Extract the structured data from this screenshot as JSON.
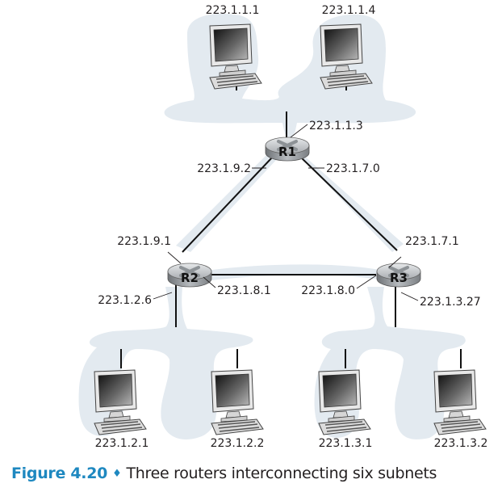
{
  "colors": {
    "subnet_fill": "#e3eaf0",
    "link": "#111111",
    "caption_accent": "#1e88c0",
    "text": "#231f20"
  },
  "routers": [
    {
      "id": "R1",
      "label": "R1"
    },
    {
      "id": "R2",
      "label": "R2"
    },
    {
      "id": "R3",
      "label": "R3"
    }
  ],
  "hosts": {
    "top_left": "223.1.1.1",
    "top_right": "223.1.1.4",
    "bl_1": "223.1.2.1",
    "bl_2": "223.1.2.2",
    "br_1": "223.1.3.1",
    "br_2": "223.1.3.2"
  },
  "interfaces": {
    "r1_top": "223.1.1.3",
    "r1_left": "223.1.9.2",
    "r1_right": "223.1.7.0",
    "r2_top": "223.1.9.1",
    "r2_right": "223.1.8.1",
    "r2_bottom": "223.1.2.6",
    "r3_top": "223.1.7.1",
    "r3_left": "223.1.8.0",
    "r3_bottom": "223.1.3.27"
  },
  "caption": {
    "figure": "Figure 4.20",
    "separator": "♦",
    "text": "Three routers interconnecting six subnets"
  }
}
